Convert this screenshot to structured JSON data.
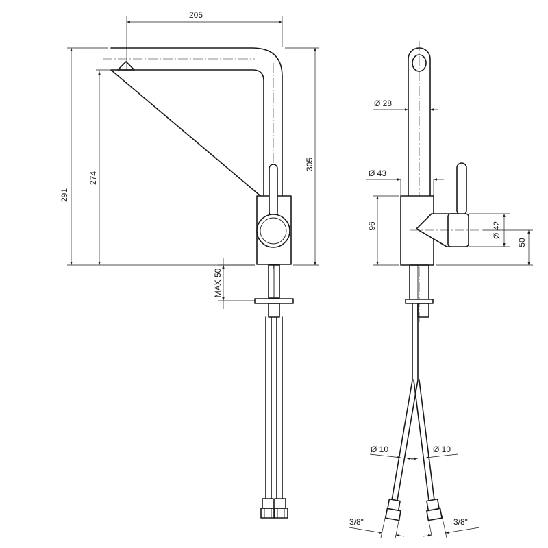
{
  "dimensions": {
    "reach": "205",
    "height_total": "291",
    "spout_height": "274",
    "overall_height": "305",
    "max_thickness": "MAX 50",
    "spout_diameter": "Ø 28",
    "body_diameter": "Ø 43",
    "body_height": "96",
    "handle_diameter": "Ø 42",
    "handle_height": "50",
    "hose_diameter_left": "Ø 10",
    "hose_diameter_right": "Ø 10",
    "thread_left": "3/8\"",
    "thread_right": "3/8\""
  }
}
